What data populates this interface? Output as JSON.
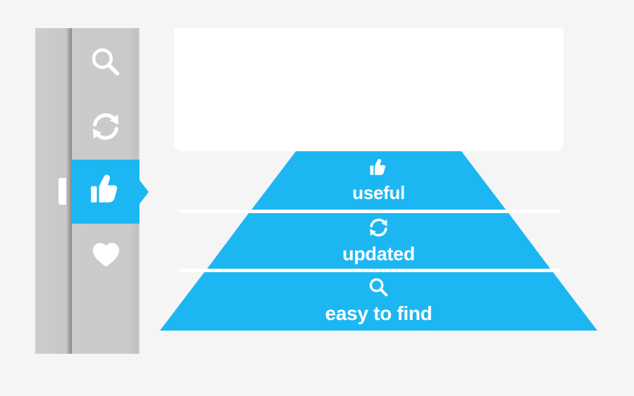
{
  "colors": {
    "accent_blue": "#1cb7f3",
    "sidebar_gray": "#c9c9c9",
    "seam_shadow": "#878787",
    "background": "#f5f5f6",
    "content_white": "#ffffff"
  },
  "sidebar": {
    "items": [
      {
        "icon": "search-icon",
        "selected": false
      },
      {
        "icon": "refresh-icon",
        "selected": false
      },
      {
        "icon": "thumbs-up-icon",
        "selected": true
      },
      {
        "icon": "heart-icon",
        "selected": false
      }
    ],
    "selected_index": 2
  },
  "card": {
    "content": ""
  },
  "pyramid": {
    "levels": [
      {
        "label": "useful",
        "icon": "thumbs-up-icon"
      },
      {
        "label": "updated",
        "icon": "refresh-icon"
      },
      {
        "label": "easy to find",
        "icon": "search-icon"
      }
    ]
  }
}
